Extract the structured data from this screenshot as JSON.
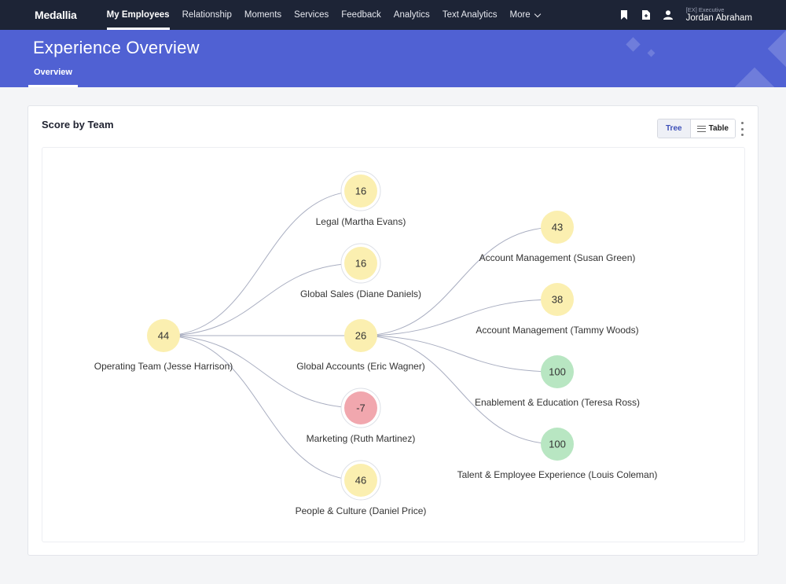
{
  "app": {
    "logo": "Medallia",
    "nav": [
      {
        "label": "My Employees",
        "active": true
      },
      {
        "label": "Relationship"
      },
      {
        "label": "Moments"
      },
      {
        "label": "Services"
      },
      {
        "label": "Feedback"
      },
      {
        "label": "Analytics"
      },
      {
        "label": "Text Analytics"
      },
      {
        "label": "More"
      }
    ],
    "icons": [
      "bookmark-icon",
      "document-icon",
      "user-icon"
    ],
    "user": {
      "role": "[EX] Executive",
      "name": "Jordan Abraham"
    }
  },
  "header": {
    "title": "Experience Overview",
    "tab": "Overview"
  },
  "card": {
    "title": "Score by Team",
    "view_tree": "Tree",
    "view_table": "Table",
    "active_view": "Tree"
  },
  "colors": {
    "yellow": "#fbefb0",
    "red": "#f1a7ae",
    "green": "#b8e6c2",
    "nav_bg": "#1d2436",
    "header_bg": "#5061d3"
  },
  "tree": {
    "nodes": [
      {
        "id": "root",
        "score": "44",
        "label": "Operating Team (Jesse Harrison)",
        "color": "yellow",
        "ring": false
      },
      {
        "id": "legal",
        "parent": "root",
        "score": "16",
        "label": "Legal (Martha Evans)",
        "color": "yellow",
        "ring": true
      },
      {
        "id": "gsales",
        "parent": "root",
        "score": "16",
        "label": "Global Sales (Diane Daniels)",
        "color": "yellow",
        "ring": true
      },
      {
        "id": "gacc",
        "parent": "root",
        "score": "26",
        "label": "Global Accounts (Eric Wagner)",
        "color": "yellow",
        "ring": false
      },
      {
        "id": "mkt",
        "parent": "root",
        "score": "-7",
        "label": "Marketing (Ruth Martinez)",
        "color": "red",
        "ring": true
      },
      {
        "id": "pc",
        "parent": "root",
        "score": "46",
        "label": "People & Culture (Daniel Price)",
        "color": "yellow",
        "ring": true
      },
      {
        "id": "am1",
        "parent": "gacc",
        "score": "43",
        "label": "Account Management (Susan Green)",
        "color": "yellow",
        "ring": false
      },
      {
        "id": "am2",
        "parent": "gacc",
        "score": "38",
        "label": "Account Management (Tammy Woods)",
        "color": "yellow",
        "ring": false
      },
      {
        "id": "ee",
        "parent": "gacc",
        "score": "100",
        "label": "Enablement & Education (Teresa Ross)",
        "color": "green",
        "ring": false
      },
      {
        "id": "tee",
        "parent": "gacc",
        "score": "100",
        "label": "Talent & Employee Experience (Louis Coleman)",
        "color": "green",
        "ring": false
      }
    ]
  }
}
